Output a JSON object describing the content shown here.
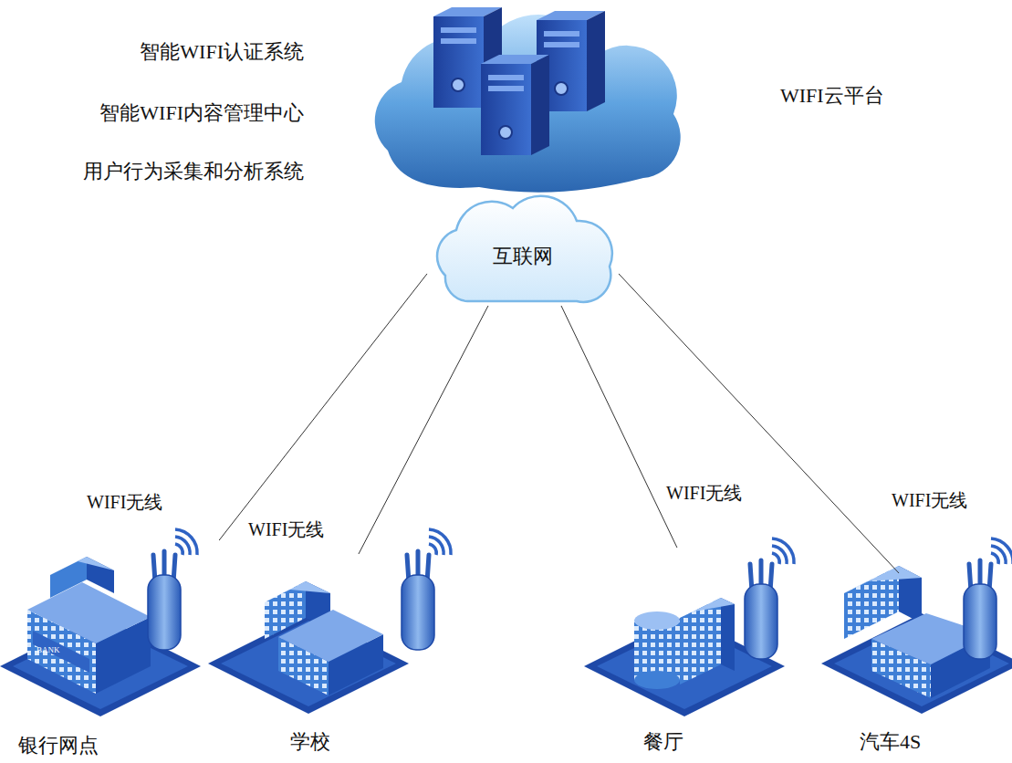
{
  "diagram": {
    "nodes": [
      {
        "text": [
          "WIFI云平台"
        ]
      },
      {
        "text": [
          "互联网"
        ]
      },
      {
        "text": [
          "WIFI无线",
          "银行网点"
        ]
      },
      {
        "text": [
          "WIFI无线",
          "学校"
        ]
      },
      {
        "text": [
          "WIFI无线",
          "餐厅"
        ]
      },
      {
        "text": [
          "WIFI无线",
          "汽车4S"
        ]
      }
    ],
    "edges": [
      {
        "from": 1,
        "to": 2,
        "arrow": "none"
      },
      {
        "from": 1,
        "to": 3,
        "arrow": "none"
      },
      {
        "from": 1,
        "to": 4,
        "arrow": "none"
      },
      {
        "from": 1,
        "to": 5,
        "arrow": "none"
      }
    ],
    "labels": [
      "智能WIFI认证系统",
      "智能WIFI内容管理中心",
      "用户行为采集和分析系统",
      "BANK"
    ]
  }
}
